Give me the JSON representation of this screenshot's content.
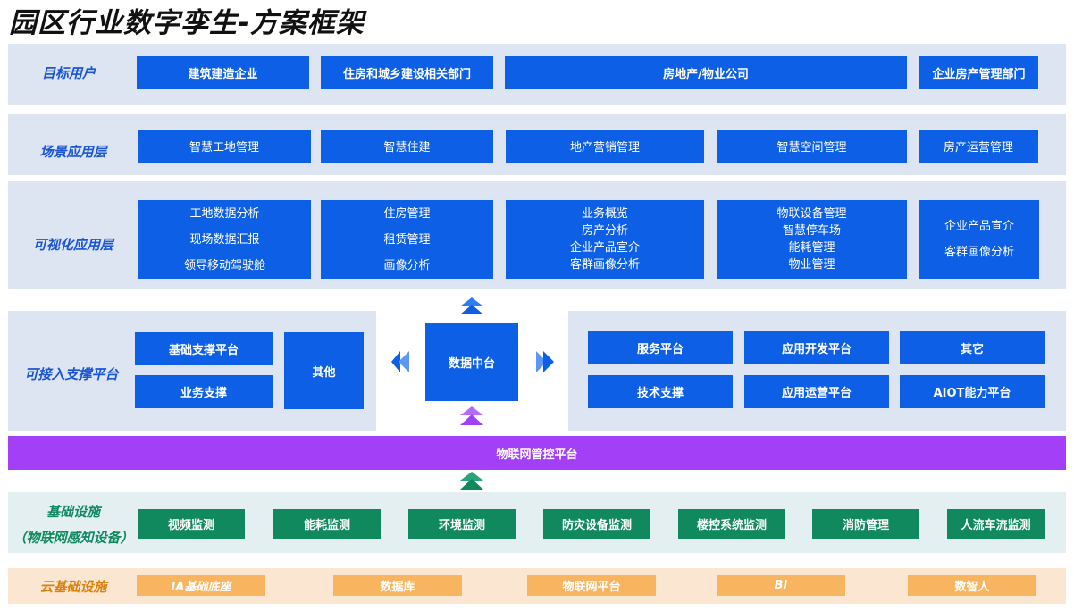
{
  "title": "园区行业数字孪生-方案框架",
  "target_users": {
    "label": "目标用户",
    "items": [
      "建筑建造企业",
      "住房和城乡建设相关部门",
      "房地产/物业公司",
      "企业房产管理部门"
    ]
  },
  "scenario_layer": {
    "label": "场景应用层",
    "items": [
      "智慧工地管理",
      "智慧住建",
      "地产营销管理",
      "智慧空间管理",
      "房产运营管理"
    ]
  },
  "visual_layer": {
    "label": "可视化应用层",
    "groups": [
      [
        "工地数据分析",
        "现场数据汇报",
        "领导移动驾驶舱"
      ],
      [
        "住房管理",
        "租赁管理",
        "画像分析"
      ],
      [
        "业务概览",
        "房产分析",
        "企业产品宣介",
        "客群画像分析"
      ],
      [
        "物联设备管理",
        "智慧停车场",
        "能耗管理",
        "物业管理"
      ],
      [
        "企业产品宣介",
        "客群画像分析"
      ]
    ]
  },
  "support_platform": {
    "label": "可接入支撑平台",
    "left": [
      "基础支撑平台",
      "业务支撑",
      "其他"
    ],
    "center": "数据中台",
    "right": [
      "服务平台",
      "应用开发平台",
      "其它",
      "技术支撑",
      "应用运营平台",
      "AIOT能力平台"
    ]
  },
  "iot_platform": "物联网管控平台",
  "infrastructure": {
    "label_line1": "基础设施",
    "label_line2": "（物联网感知设备）",
    "items": [
      "视频监测",
      "能耗监测",
      "环境监测",
      "防灾设备监测",
      "楼控系统监测",
      "消防管理",
      "人流车流监测"
    ]
  },
  "cloud": {
    "label": "云基础设施",
    "items": [
      "IA基础底座",
      "数据库",
      "物联网平台",
      "BI",
      "数智人"
    ]
  },
  "colors": {
    "blue": "#0d5fe6",
    "band": "#dde5f3",
    "purple": "#a33ff6",
    "green": "#10895f",
    "orange": "#f9b45f"
  }
}
